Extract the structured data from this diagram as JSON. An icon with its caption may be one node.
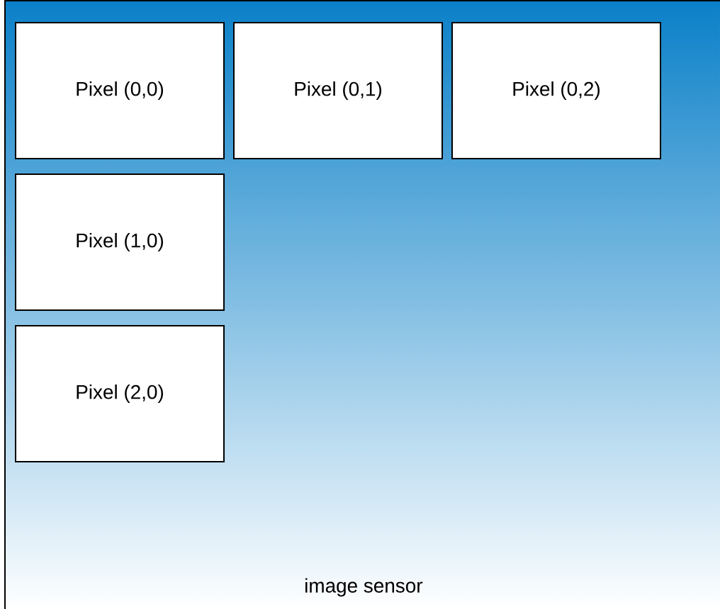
{
  "diagram": {
    "nodes": [
      {
        "text": [
          "image sensor"
        ]
      },
      {
        "text": [
          "Pixel (0,0)"
        ],
        "in": 0
      },
      {
        "text": [
          "Pixel (0,1)"
        ],
        "in": 0
      },
      {
        "text": [
          "Pixel (0,2)"
        ],
        "in": 0
      },
      {
        "text": [
          "Pixel (1,0)"
        ],
        "in": 0
      },
      {
        "text": [
          "Pixel (2,0)"
        ],
        "in": 0
      }
    ]
  }
}
